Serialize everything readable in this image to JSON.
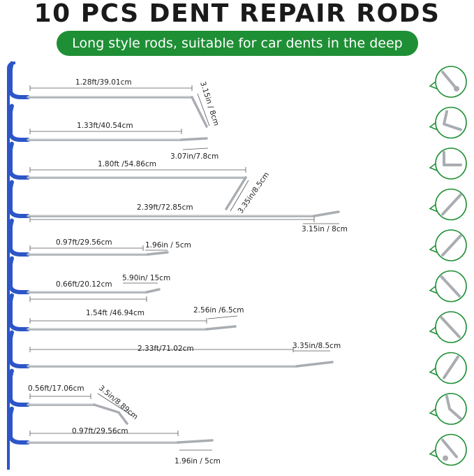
{
  "title": "10 PCS DENT REPAIR RODS",
  "subtitle": "Long style rods, suitable for car dents in the deep",
  "rods": [
    {
      "length_label": "1.28ft/39.01cm",
      "tip_label": "3.15in / 8cm"
    },
    {
      "length_label": "1.33ft/40.54cm",
      "tip_label": "3.07in/7.8cm"
    },
    {
      "length_label": "1.80ft /54.86cm",
      "tip_label": "3.35in/8.5cm"
    },
    {
      "length_label": "2.39ft/72.85cm",
      "tip_label": "3.15in / 8cm"
    },
    {
      "length_label": "0.97ft/29.56cm",
      "tip_label": "1.96in / 5cm"
    },
    {
      "length_label": "0.66ft/20.12cm",
      "tip_label": "5.90in/ 15cm"
    },
    {
      "length_label": "1.54ft /46.94cm",
      "tip_label": "2.56in /6.5cm"
    },
    {
      "length_label": "2.33ft/71.02cm",
      "tip_label": "3.35in/8.5cm"
    },
    {
      "length_label": "0.56ft/17.06cm",
      "tip_label": "3.5in/8.89cm"
    },
    {
      "length_label": "0.97ft/29.56cm",
      "tip_label": "1.96in / 5cm"
    }
  ],
  "colors": {
    "handle": "#2c56c8",
    "rod": "#a9adb2",
    "accent_green": "#1f8f36"
  },
  "tip_icons": [
    "ball-tip-icon",
    "hook-tip-icon",
    "flat-hook-tip-icon",
    "straight-tip-icon",
    "straight-tip-icon",
    "angled-tip-icon",
    "angled-tip-icon",
    "pointed-tip-icon",
    "bent-tip-icon",
    "ball-tip-icon"
  ]
}
